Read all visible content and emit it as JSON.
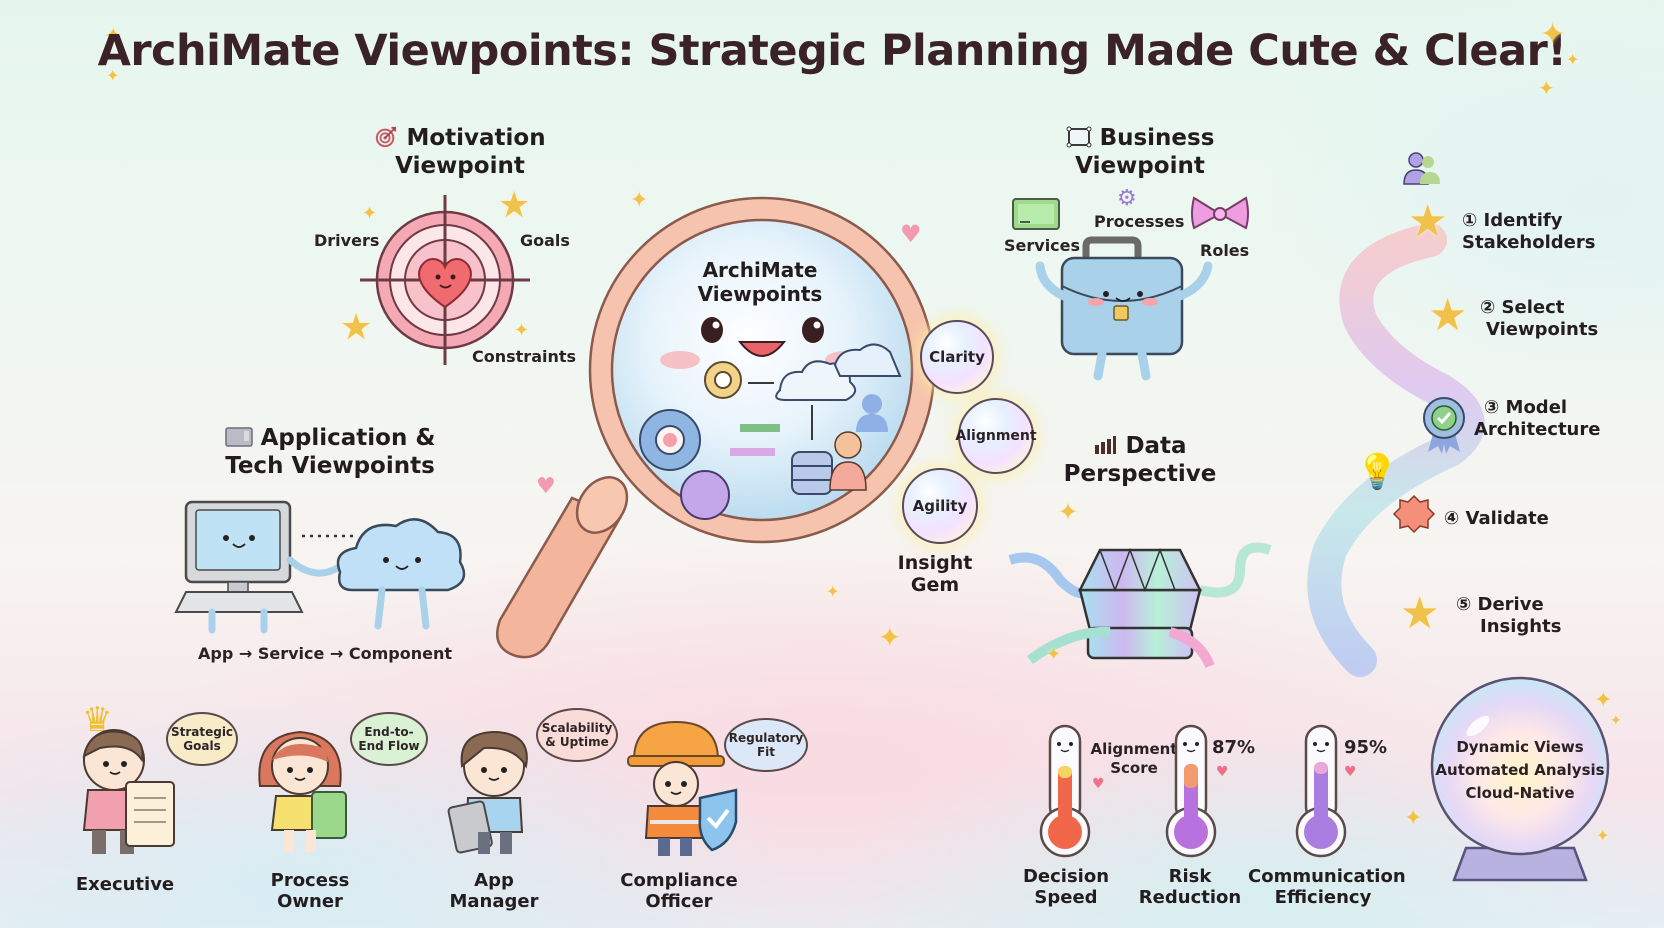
{
  "title": "ArchiMate Viewpoints: Strategic Planning Made Cute & Clear!",
  "motivation": {
    "icon": "target-icon",
    "heading_line1": "Motivation",
    "heading_line2": "Viewpoint",
    "labels": {
      "drivers": "Drivers",
      "goals": "Goals",
      "constraints": "Constraints"
    }
  },
  "center": {
    "lens_title_line1": "ArchiMate",
    "lens_title_line2": "Viewpoints",
    "insight_gems": [
      "Clarity",
      "Alignment",
      "Agility"
    ],
    "insight_label_line1": "Insight",
    "insight_label_line2": "Gem"
  },
  "business": {
    "icon": "frame-icon",
    "heading_line1": "Business",
    "heading_line2": "Viewpoint",
    "labels": {
      "services": "Services",
      "processes": "Processes",
      "roles": "Roles"
    }
  },
  "application": {
    "icon": "window-icon",
    "heading_line1": "Application &",
    "heading_line2": "Tech Viewpoints",
    "flow": "App → Service → Component"
  },
  "data": {
    "icon": "bar-chart-icon",
    "heading_line1": "Data",
    "heading_line2": "Perspective"
  },
  "process_steps": [
    {
      "number": "①",
      "line1": "Identify",
      "line2": "Stakeholders",
      "icon": "star-icon"
    },
    {
      "number": "②",
      "line1": "Select",
      "line2": "Viewpoints",
      "icon": "star-icon"
    },
    {
      "number": "③",
      "line1": "Model",
      "line2": "Architecture",
      "icon": "badge-check-icon"
    },
    {
      "number": "④",
      "line1": "Validate",
      "line2": "",
      "icon": "gear-blob-icon"
    },
    {
      "number": "⑤",
      "line1": "Derive",
      "line2": "Insights",
      "icon": "star-icon"
    }
  ],
  "stakeholders": [
    {
      "name_line1": "Executive",
      "name_line2": "",
      "speech_line1": "Strategic",
      "speech_line2": "Goals",
      "speech_color": "#f8ecc8"
    },
    {
      "name_line1": "Process",
      "name_line2": "Owner",
      "speech_line1": "End-to-",
      "speech_line2": "End Flow",
      "speech_color": "#dbf1d3"
    },
    {
      "name_line1": "App",
      "name_line2": "Manager",
      "speech_line1": "Scalability",
      "speech_line2": "& Uptime",
      "speech_color": "#f9dcd8"
    },
    {
      "name_line1": "Compliance",
      "name_line2": "Officer",
      "speech_line1": "Regulatory",
      "speech_line2": "Fit",
      "speech_color": "#dce8f8"
    }
  ],
  "metrics": {
    "annotation_line1": "Alignment",
    "annotation_line2": "Score",
    "items": [
      {
        "name_line1": "Decision",
        "name_line2": "Speed",
        "value": "",
        "fill_color": "#f0674a"
      },
      {
        "name_line1": "Risk",
        "name_line2": "Reduction",
        "value": "87%",
        "fill_color": "#b872e0"
      },
      {
        "name_line1": "Communication",
        "name_line2": "Efficiency",
        "value": "95%",
        "fill_color": "#a97ee0"
      }
    ]
  },
  "crystal_ball": {
    "lines": [
      "Dynamic Views",
      "Automated Analysis",
      "Cloud-Native"
    ]
  }
}
